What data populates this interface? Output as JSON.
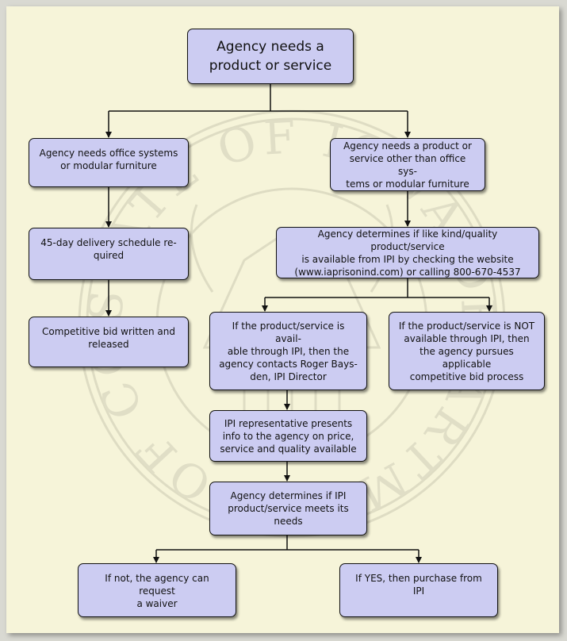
{
  "nodes": {
    "start": "Agency needs a\nproduct or service",
    "office": "Agency needs office systems\nor modular furniture",
    "other": "Agency needs a product or\nservice other than office sys-\ntems or modular furniture",
    "delivery": "45-day delivery schedule re-\nquired",
    "determine": "Agency determines if like kind/quality product/service\nis available from IPI by checking the website\n(www.iaprisonind.com) or calling 800-670-4537",
    "bid": "Competitive bid written and\nreleased",
    "available": "If the product/service is avail-\nable through IPI, then the\nagency contacts Roger Bays-\nden, IPI Director",
    "not_available": "If the product/service is NOT\navailable through IPI, then\nthe agency pursues applicable\ncompetitive bid process",
    "presents": "IPI representative presents\ninfo to the agency on price,\nservice and quality available",
    "meets": "Agency determines if IPI\nproduct/service meets its\nneeds",
    "waiver": "If not, the agency can request\na waiver",
    "purchase": "If YES, then purchase from\nIPI"
  },
  "watermark": {
    "ring_text": "STATE OF IOWA DEPARTMENT OF CORRECTIONS",
    "color": "#d8d6bd"
  },
  "colors": {
    "box_fill": "#ccccf2",
    "background": "#f6f4d9",
    "line": "#111111"
  }
}
